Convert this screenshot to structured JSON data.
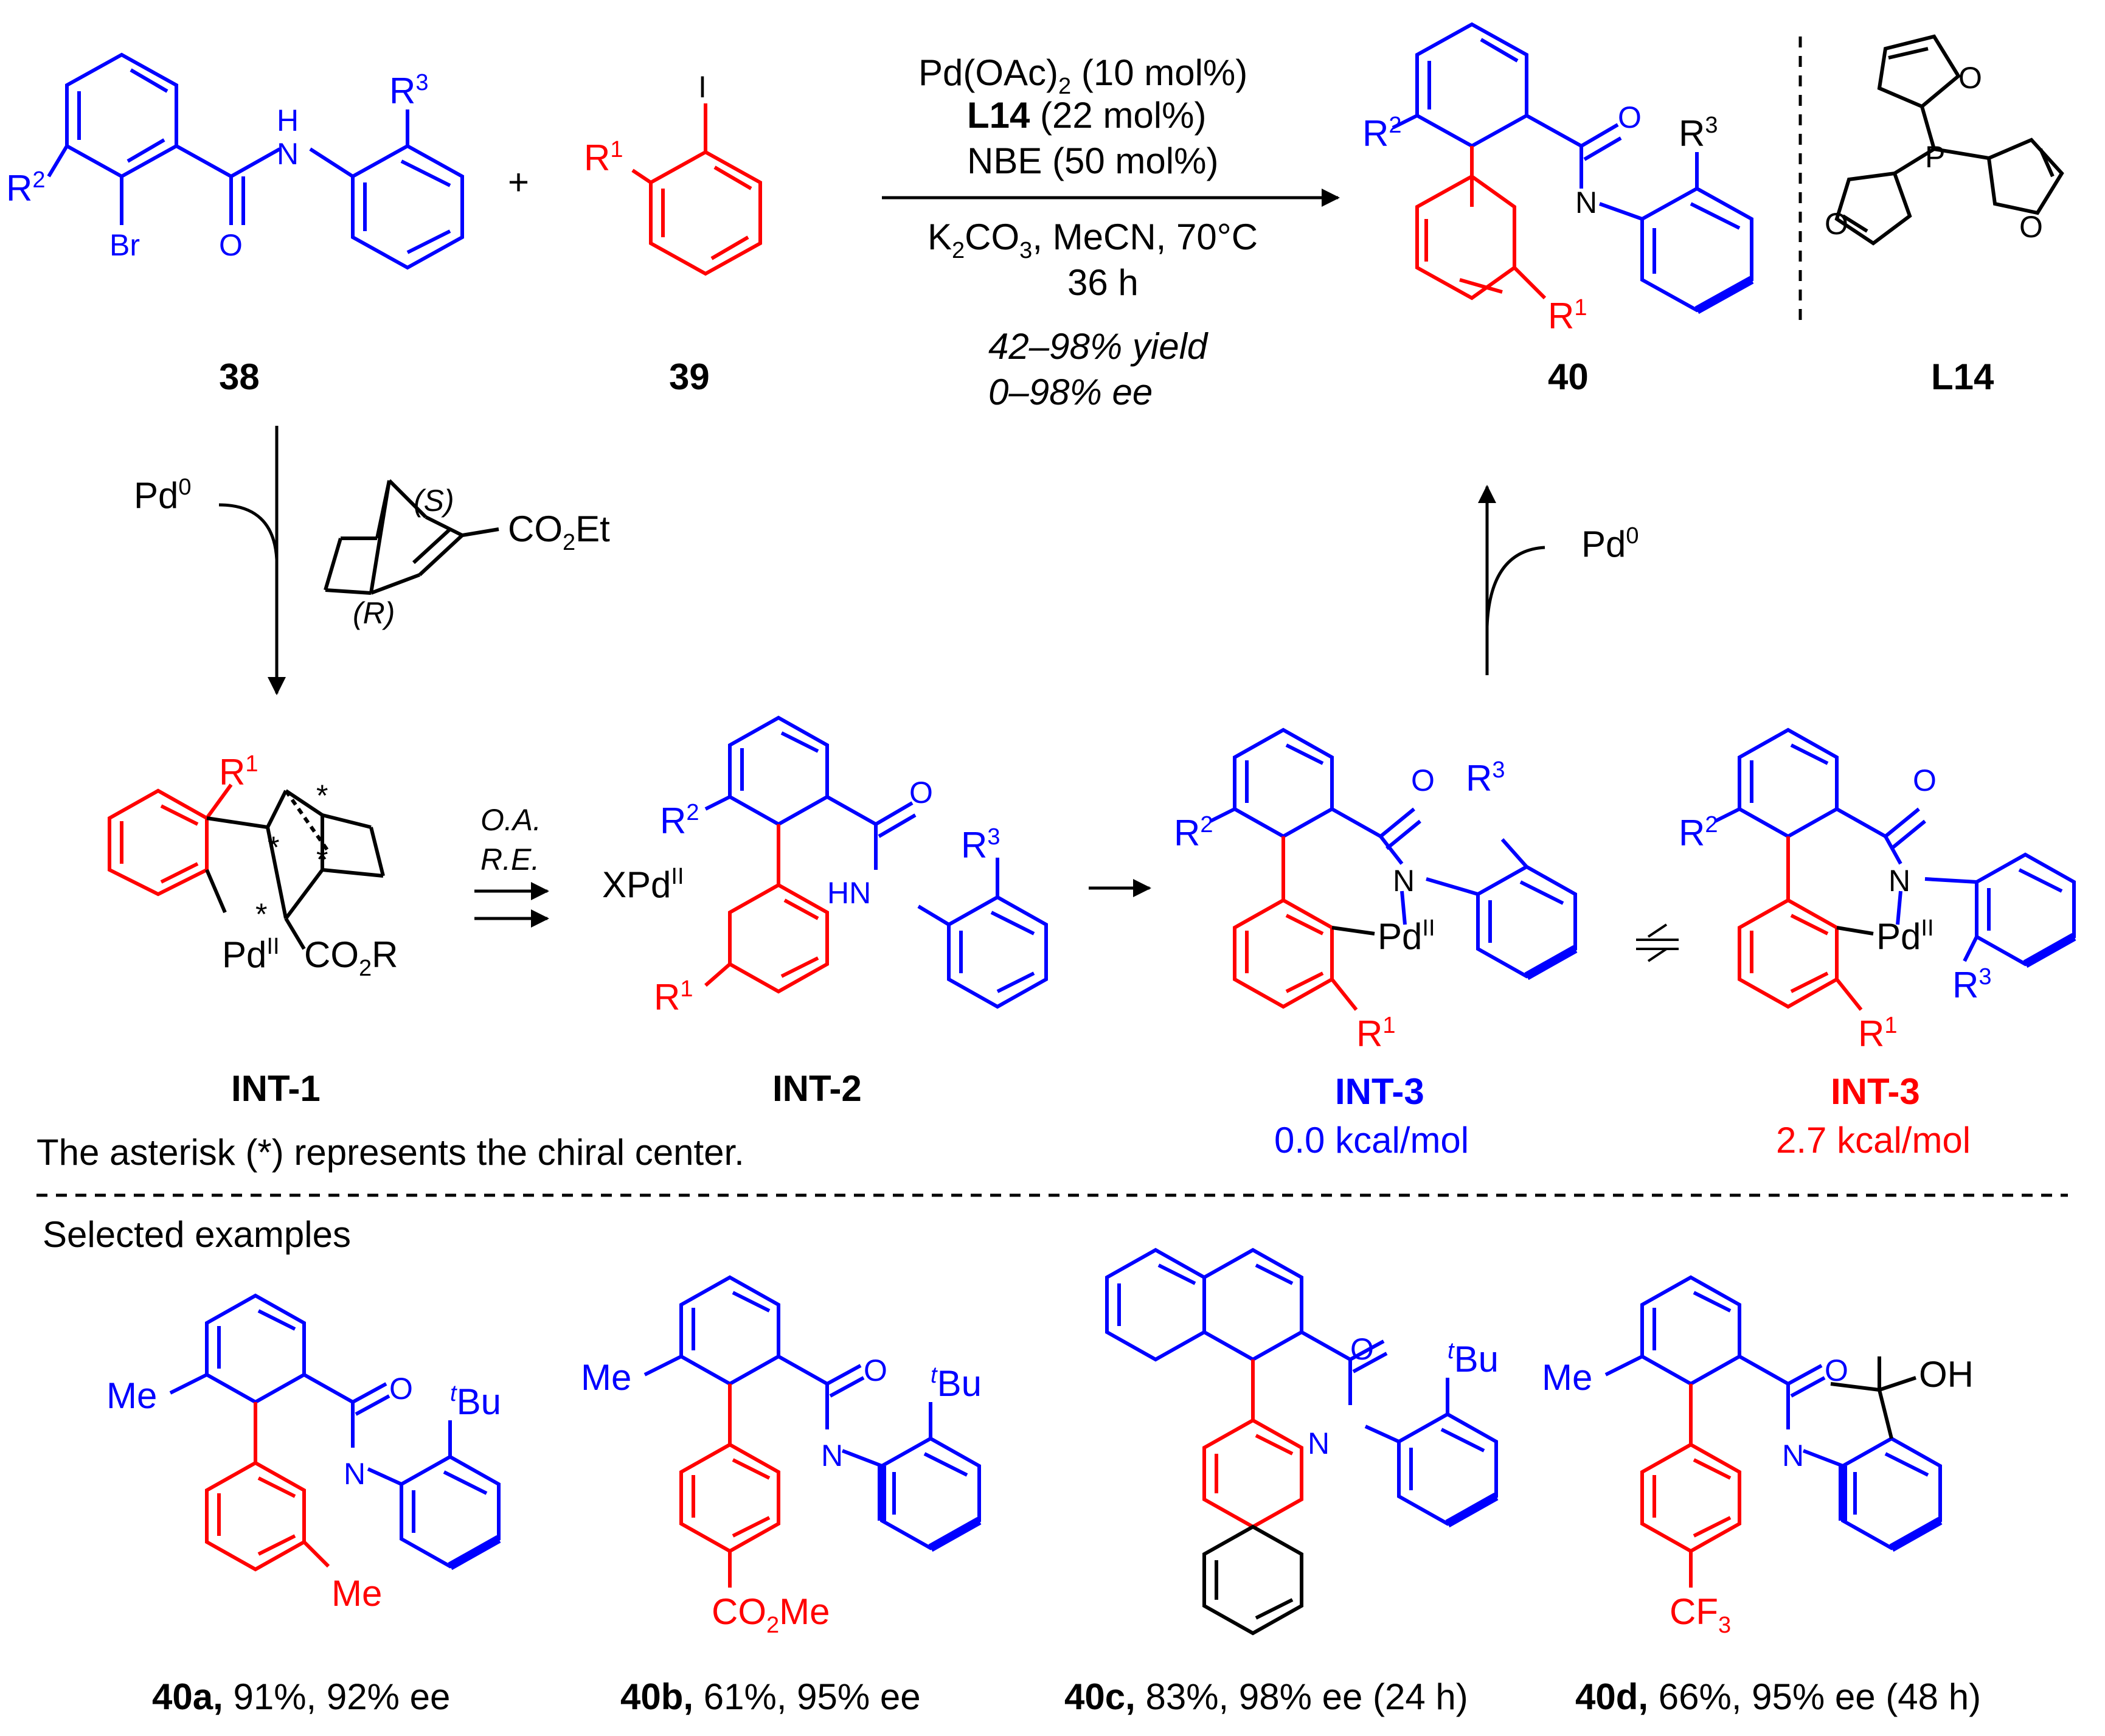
{
  "colors": {
    "black": "#000000",
    "blue": "#0000ff",
    "red": "#ff0000"
  },
  "compounds": {
    "c38": "38",
    "c39": "39",
    "c40": "40",
    "L14": "L14",
    "int1": "INT-1",
    "int2": "INT-2",
    "int3": "INT-3"
  },
  "atoms": {
    "R": "R",
    "r1": "1",
    "r2": "2",
    "r3": "3",
    "H": "H",
    "N": "N",
    "O": "O",
    "P": "P",
    "I": "I",
    "Br": "Br",
    "HN": "HN",
    "X": "X",
    "plus": "+",
    "Pd": "Pd",
    "zero": "0",
    "II": "II",
    "Me": "Me",
    "tBu_t": "t",
    "tBu": "Bu",
    "OH": "OH",
    "CO": "CO",
    "two": "2",
    "Et": "Et",
    "Me_ester": "Me",
    "CF": "CF",
    "three": "3",
    "S": "(S)",
    "Rconf": "(R)",
    "star": "*"
  },
  "conditions": {
    "cat_a": "Pd(OAc)",
    "cat_sub": "2",
    "cat_b": " (10 mol%)",
    "ligand_bold": "L14",
    "ligand_rest": " (22 mol%)",
    "nbe": "NBE (50 mol%)",
    "base_a": "K",
    "base_sub": "2",
    "base_b": "CO",
    "base_sub2": "3",
    "base_c": ", MeCN, 70°C",
    "time": "36 h",
    "yield": "42–98% yield",
    "ee": "0–98% ee"
  },
  "mechanism": {
    "oa": "O.A.",
    "re": "R.E.",
    "int3_blue_energy": "0.0 kcal/mol",
    "int3_red_energy": "2.7 kcal/mol",
    "note": "The asterisk (*) represents the chiral center."
  },
  "examples": {
    "heading": "Selected examples",
    "e40a_id": "40a,",
    "e40a_text": " 91%, 92% ee",
    "e40b_id": "40b,",
    "e40b_text": " 61%, 95% ee",
    "e40c_id": "40c,",
    "e40c_text": " 83%, 98% ee (24 h)",
    "e40d_id": "40d,",
    "e40d_text": " 66%, 95% ee (48 h)"
  }
}
